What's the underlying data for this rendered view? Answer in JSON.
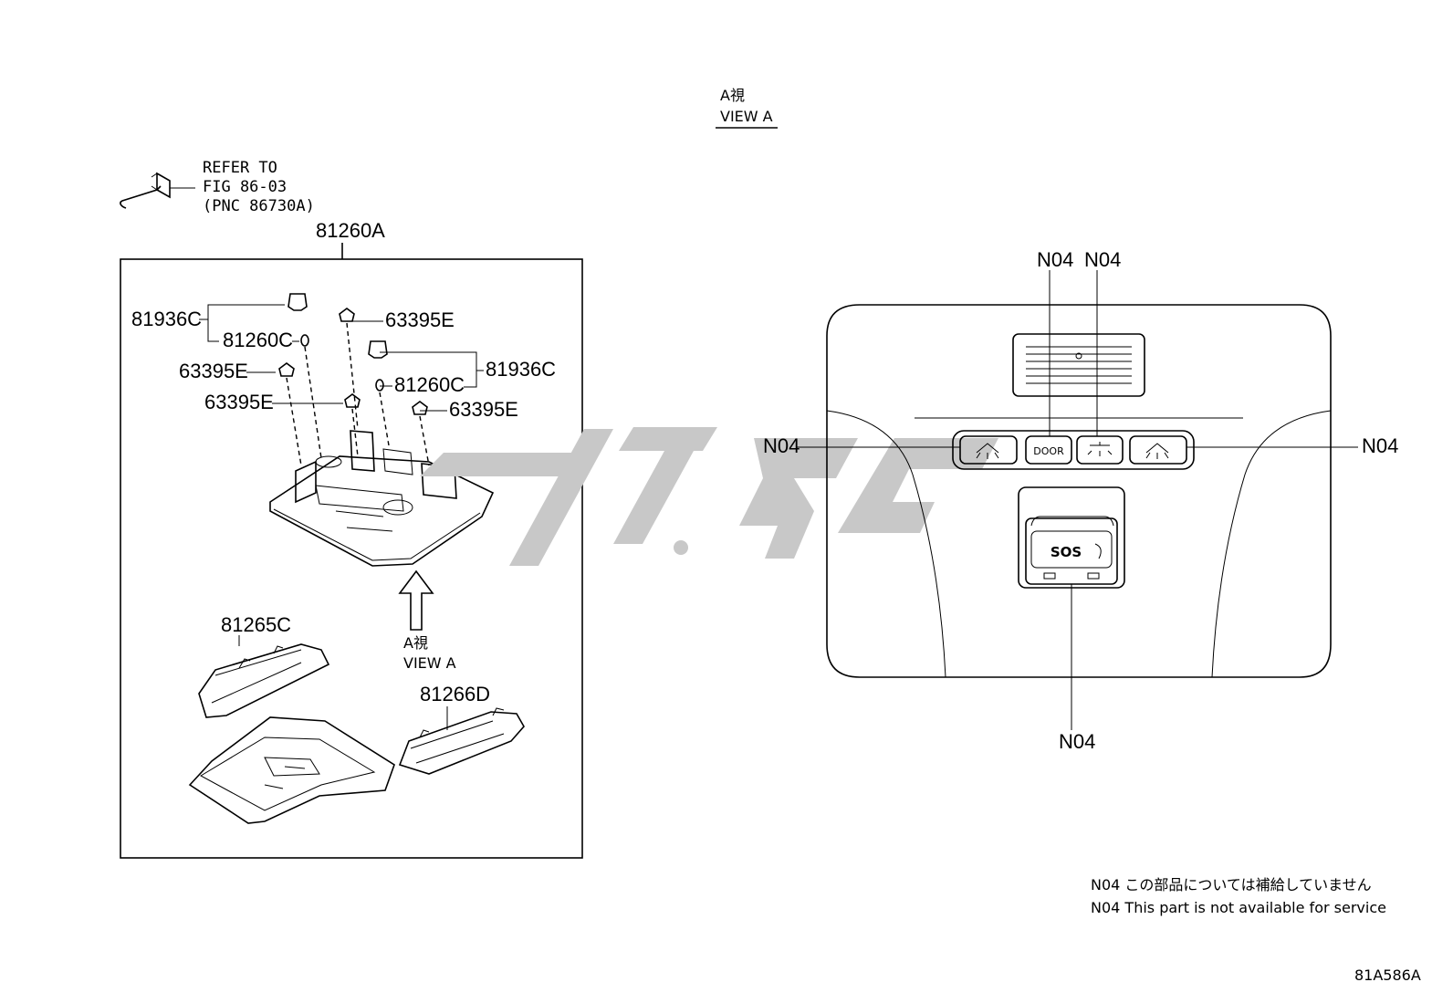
{
  "view_header": {
    "jp": "A視",
    "en": "VIEW A"
  },
  "refer": {
    "line1": "REFER TO",
    "line2": "FIG 86-03",
    "line3": "(PNC 86730A)"
  },
  "assembly": {
    "part": "81260A"
  },
  "parts": {
    "p81936c_left": "81936C",
    "p81260c_left": "81260C",
    "p63395e_top": "63395E",
    "p63395e_left": "63395E",
    "p63395e_mid": "63395E",
    "p63395e_right": "63395E",
    "p81260c_right": "81260C",
    "p81936c_right": "81936C",
    "p81265c": "81265C",
    "p81266d": "81266D"
  },
  "arrow_label": {
    "jp": "A視",
    "en": "VIEW A"
  },
  "panel": {
    "n04_top_left": "N04",
    "n04_top_right": "N04",
    "n04_left": "N04",
    "n04_right": "N04",
    "n04_bottom": "N04",
    "door_button": "DOOR",
    "sos_button": "SOS"
  },
  "footnote": {
    "jp": "N04 この部品については補給していません",
    "en": "N04 This part is not available for service"
  },
  "figure_code": "81A586A",
  "colors": {
    "line": "#000000",
    "watermark": "#c8c8c8",
    "background": "#ffffff"
  }
}
